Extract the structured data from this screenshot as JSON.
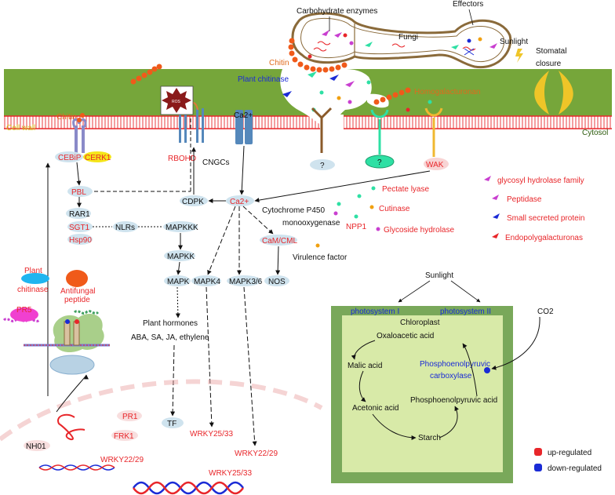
{
  "labels": {
    "carbohydrate_enzymes": "Carbohydrate enzymes",
    "effectors": "Effectors",
    "fungi": "Fungi",
    "sunlight_top": "Sunlight",
    "stomatal": "Stomatal",
    "closure": "closure",
    "chitin_top": "Chitin",
    "plant_chitinase_top": "Plant chitinase",
    "homogalacturonan": "Homogalacturonan",
    "cell_wall": "Cell wall",
    "cytosol": "Cytosol",
    "chitin_left": "Chitin",
    "ros": "ROS",
    "ca2_top": "Ca2+",
    "question1": "?",
    "question2": "?",
    "wak": "WAK",
    "cebip": "CEBiP",
    "cerk1": "CERK1",
    "rbohd": "RBOHD",
    "cngcs": "CNGCs",
    "pbl": "PBL",
    "cdpk": "CDPK",
    "ca2_mid": "Ca2+",
    "rar1": "RAR1",
    "sgt1": "SGT1",
    "hsp90": "Hsp90",
    "nlrs": "NLRs",
    "mapkkk": "MAPKKK",
    "mapkk": "MAPKK",
    "mapk": "MAPK",
    "mapk4": "MAPK4",
    "mapk36": "MAPK3/6",
    "camcml": "CaM/CML",
    "nos": "NOS",
    "plant_hormones": "Plant hormones",
    "hormone_list": "ABA, SA, JA, ethylene",
    "tf": "TF",
    "pr1": "PR1",
    "frk1": "FRK1",
    "nh01": "NH01",
    "wrky2529_left": "WRKY22/29",
    "wrky2533_mid": "WRKY25/33",
    "wrky2229_right": "WRKY22/29",
    "wrky2533_bottom": "WRKY25/33",
    "plant_chitinase_left1": "Plant",
    "plant_chitinase_left2": "chitinase",
    "antifungal1": "Antifungal",
    "antifungal2": "peptide",
    "pr5": "PR5",
    "cyp1": "Cytochrome P450",
    "cyp2": "monooxygenase",
    "pectate_lyase": "Pectate lyase",
    "cutinase": "Cutinase",
    "npp1": "NPP1",
    "glycoside_hydrolase": "Glycoside hydrolase",
    "virulence_factor": "Virulence factor",
    "legend_ghf": "glycosyl hydrolase family",
    "legend_peptidase": "Peptidase",
    "legend_ssp": "Small secreted protein",
    "legend_endo": "Endopolygalacturonas",
    "sunlight_chloro": "Sunlight",
    "co2": "CO2",
    "photosystem1": "photosystem I",
    "photosystem2": "photosystem II",
    "chloroplast": "Chloroplast",
    "oxaloacetic": "Oxaloacetic acid",
    "malic": "Malic acid",
    "pep_carb1": "Phosphoenolpyruvic",
    "pep_carb2": "carboxylase",
    "acetonic": "Acetonic acid",
    "pep_acid": "Phosphoenolpyruvic acid",
    "starch": "Starch",
    "up_regulated": "up-regulated",
    "down_regulated": "down-regulated"
  },
  "colors": {
    "up": "#e8262a",
    "down": "#1a2bd6",
    "cell_wall": "#76a63a",
    "membrane": "#e8262a",
    "chloroplast_outer": "#79a85a",
    "chloroplast_inner": "#d8eaa8",
    "fungus_outline": "#8a6a3a",
    "chitin": "#f05a1a"
  }
}
